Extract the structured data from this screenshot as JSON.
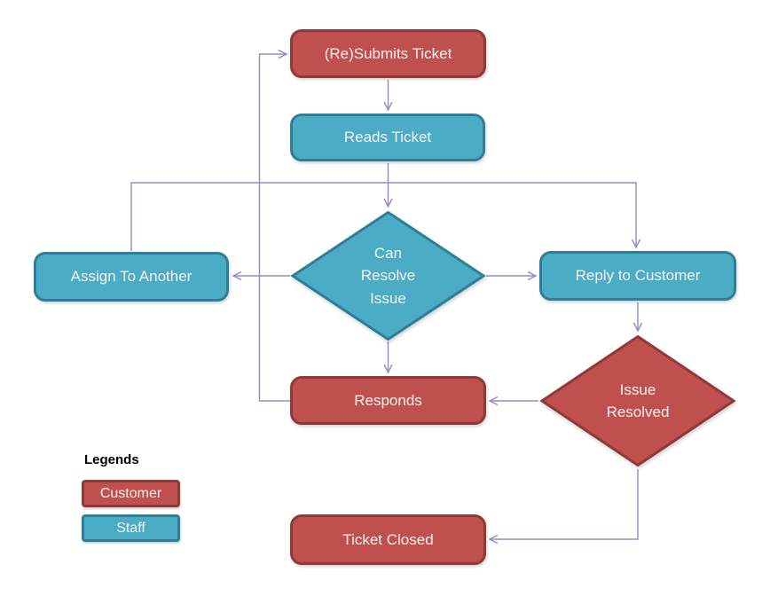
{
  "diagram": {
    "type": "flowchart",
    "nodes": {
      "resubmits": {
        "label": "(Re)Submits Ticket",
        "role": "customer",
        "shape": "rounded-rect"
      },
      "reads": {
        "label": "Reads Ticket",
        "role": "staff",
        "shape": "rounded-rect"
      },
      "can_resolve": {
        "label": "Can\nResolve\nIssue",
        "role": "staff",
        "shape": "diamond"
      },
      "assign": {
        "label": "Assign To Another",
        "role": "staff",
        "shape": "rounded-rect"
      },
      "reply": {
        "label": "Reply to Customer",
        "role": "staff",
        "shape": "rounded-rect"
      },
      "responds": {
        "label": "Responds",
        "role": "customer",
        "shape": "rounded-rect"
      },
      "issue_resolved": {
        "label": "Issue\nResolved",
        "role": "customer",
        "shape": "diamond"
      },
      "closed": {
        "label": "Ticket Closed",
        "role": "customer",
        "shape": "rounded-rect"
      }
    },
    "edges": [
      {
        "from": "resubmits",
        "to": "reads"
      },
      {
        "from": "reads",
        "to": "can_resolve"
      },
      {
        "from": "can_resolve",
        "to": "assign"
      },
      {
        "from": "can_resolve",
        "to": "reply"
      },
      {
        "from": "can_resolve",
        "to": "responds"
      },
      {
        "from": "assign",
        "to": "reply"
      },
      {
        "from": "responds",
        "to": "resubmits"
      },
      {
        "from": "reply",
        "to": "issue_resolved"
      },
      {
        "from": "issue_resolved",
        "to": "responds"
      },
      {
        "from": "issue_resolved",
        "to": "closed"
      }
    ],
    "legend": {
      "title": "Legends",
      "items": [
        {
          "label": "Customer",
          "color": "#c0504d"
        },
        {
          "label": "Staff",
          "color": "#4bacc6"
        }
      ]
    },
    "colors": {
      "customer_fill": "#c0504d",
      "customer_border": "#8e3a37",
      "staff_fill": "#4bacc6",
      "staff_border": "#2e7f96",
      "connector": "#9a88c2",
      "node_text": "#f7f2ef"
    }
  }
}
